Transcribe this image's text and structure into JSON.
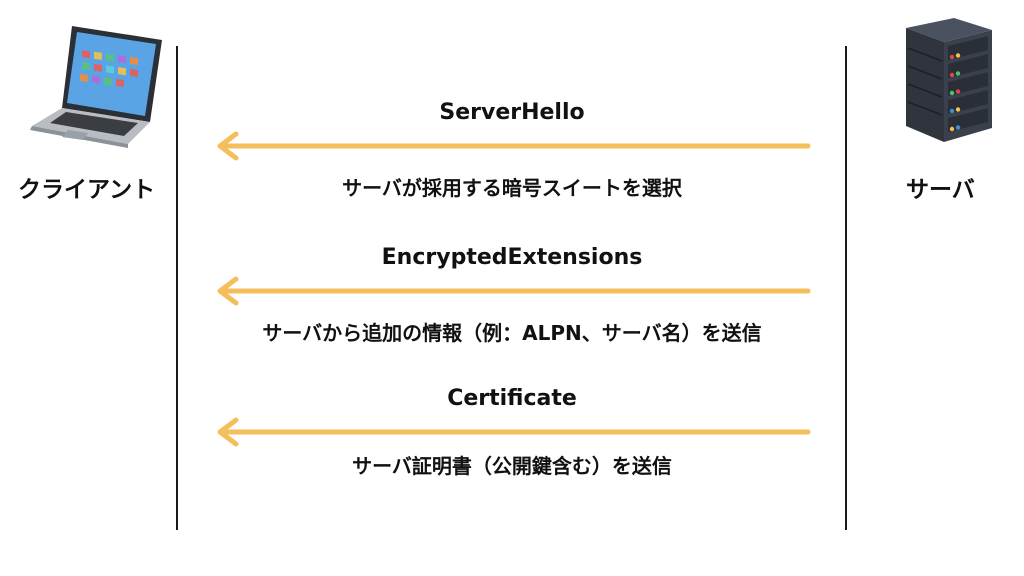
{
  "actors": {
    "client": {
      "label": "クライアント"
    },
    "server": {
      "label": "サーバ"
    }
  },
  "messages": [
    {
      "title": "ServerHello",
      "description": "サーバが採用する暗号スイートを選択"
    },
    {
      "title": "EncryptedExtensions",
      "description": "サーバから追加の情報（例：ALPN、サーバ名）を送信"
    },
    {
      "title": "Certificate",
      "description": "サーバ証明書（公開鍵含む）を送信"
    }
  ],
  "colors": {
    "arrow": "#F4BE5A",
    "lifeline": "#1A1A1A"
  },
  "icons": {
    "client": "laptop-icon",
    "server": "server-rack-icon"
  }
}
